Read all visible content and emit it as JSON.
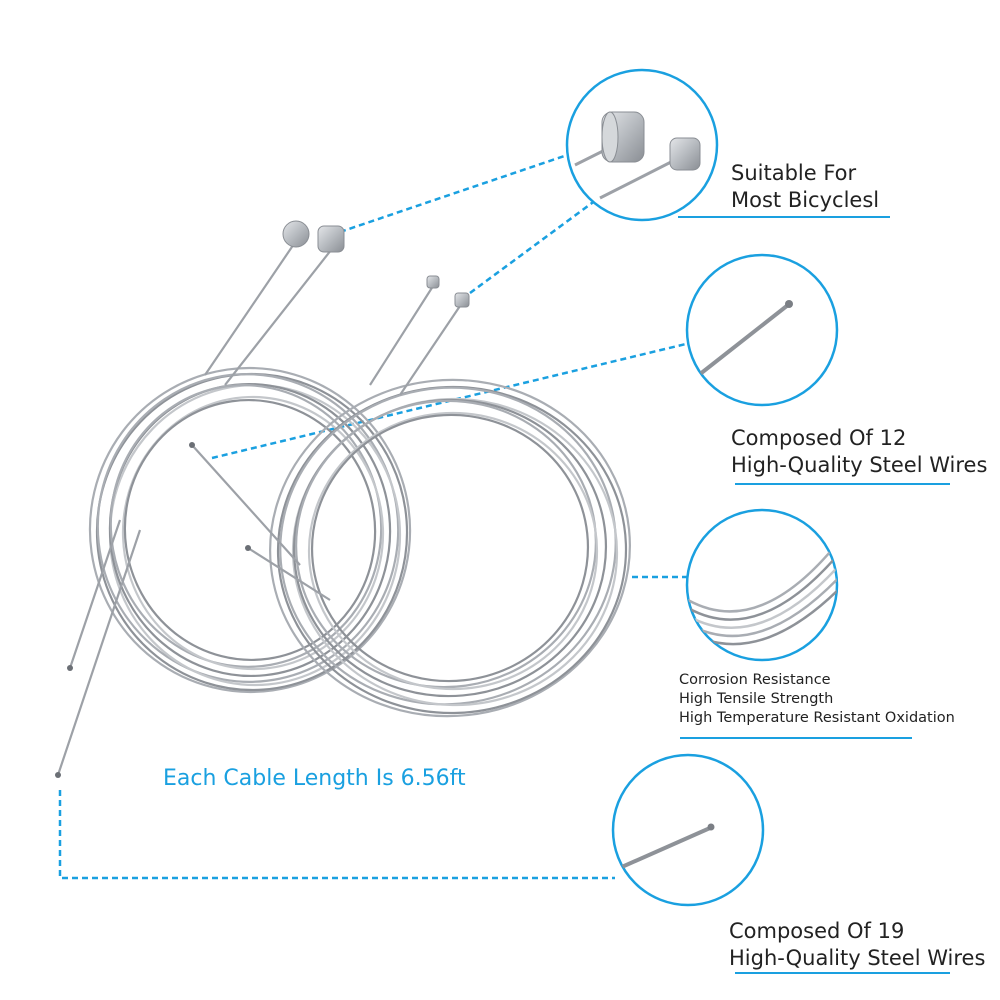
{
  "theme": {
    "accent": "#1aa0e0",
    "text": "#222222",
    "steel": "#a9adb3",
    "steel_dark": "#6b6f75",
    "background": "#ffffff"
  },
  "callouts": {
    "cable_length": "Each Cable Length Is 6.56ft",
    "fit": {
      "lines": [
        "Suitable For",
        "Most Bicyclesl"
      ]
    },
    "steel12": {
      "lines": [
        "Composed Of 12",
        "High-Quality Steel Wires"
      ]
    },
    "properties": {
      "lines": [
        "Corrosion Resistance",
        "High Tensile Strength",
        "High Temperature Resistant Oxidation"
      ]
    },
    "steel19": {
      "lines": [
        "Composed Of 19",
        "High-Quality Steel Wires"
      ]
    }
  },
  "icons": [
    "cable-end-cap-icon",
    "cable-tip-icon",
    "cable-coil-icon",
    "cable-strand-icon"
  ]
}
